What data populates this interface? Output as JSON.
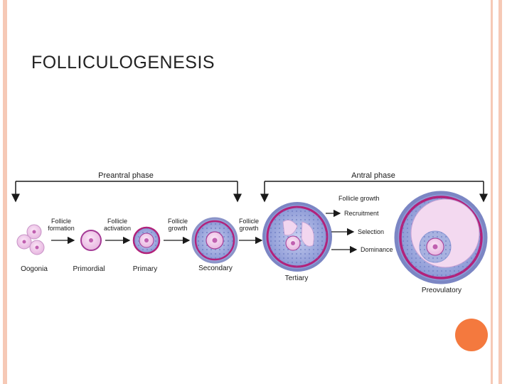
{
  "slide": {
    "title": "FOLLICULOGENESIS"
  },
  "diagram": {
    "phases": {
      "preantral": "Preantral phase",
      "antral": "Antral phase"
    },
    "stages": {
      "oogonia": "Oogonia",
      "primordial": "Primordial",
      "primary": "Primary",
      "secondary": "Secondary",
      "tertiary": "Tertiary",
      "preovulatory": "Preovulatory"
    },
    "transitions": {
      "t1": [
        "Follicle",
        "formation"
      ],
      "t2": [
        "Follicle",
        "activation"
      ],
      "t3": [
        "Follicle",
        "growth"
      ],
      "t4": [
        "Follicle",
        "growth"
      ]
    },
    "antral_steps": {
      "growth": "Follicle growth",
      "recruitment": "Recruitment",
      "selection": "Selection",
      "dominance": "Dominance"
    }
  },
  "colors": {
    "frame": "#f6c9b6",
    "accent_dot": "#f4793e",
    "follicle_rim": "#b3217a",
    "granulosa": "#9aa6dc",
    "oocyte": "#f0c8ea"
  }
}
